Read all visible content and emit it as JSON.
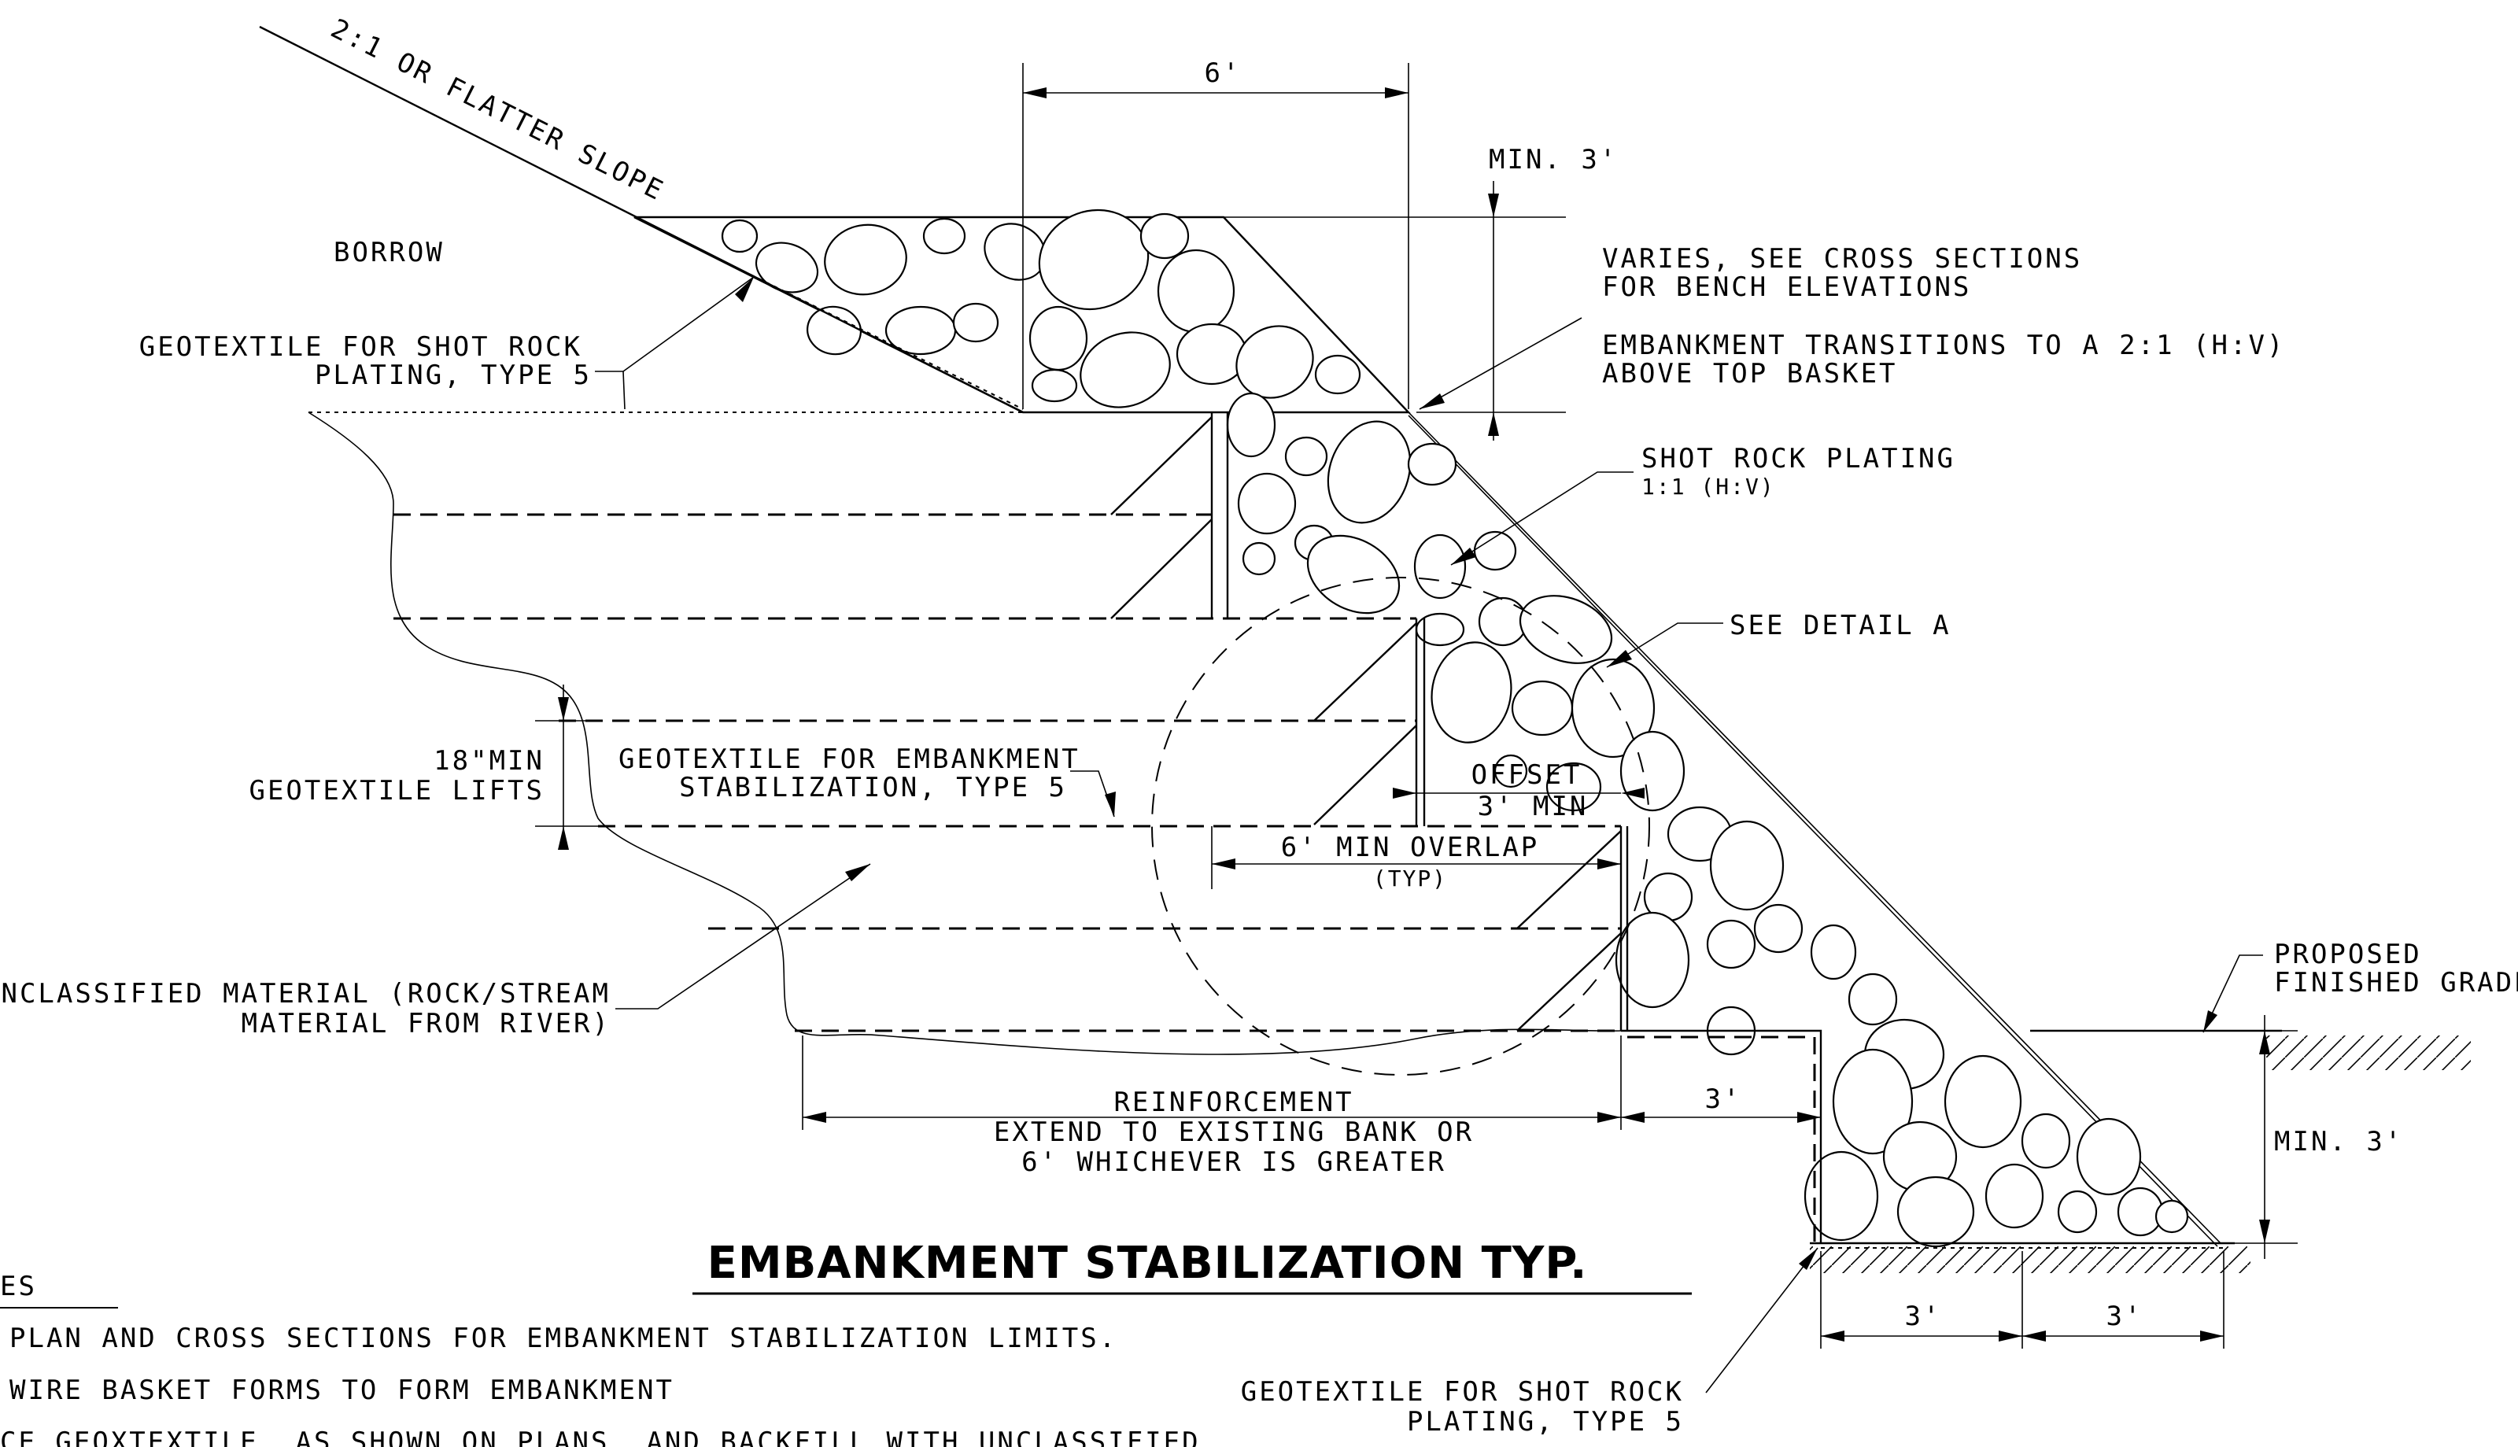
{
  "title": "EMBANKMENT STABILIZATION  TYP.",
  "labels": {
    "slope": "2:1 OR FLATTER SLOPE",
    "borrow": "BORROW",
    "geo_shot_top_1": "GEOTEXTILE FOR SHOT ROCK",
    "geo_shot_top_2": "PLATING, TYPE 5",
    "dim_6ft_top": "6'",
    "min_3_top": "MIN. 3'",
    "varies_1": "VARIES, SEE CROSS SECTIONS",
    "varies_2": "FOR BENCH ELEVATIONS",
    "transition_1": "EMBANKMENT  TRANSITIONS  TO  A  2:1 (H:V)",
    "transition_2": "ABOVE  TOP  BASKET",
    "shot_rock_1": "SHOT  ROCK  PLATING",
    "shot_rock_2": "1:1 (H:V)",
    "see_detail": "SEE  DETAIL  A",
    "lifts_1": "18\"MIN",
    "lifts_2": "GEOTEXTILE  LIFTS",
    "geo_emb_1": "GEOTEXTILE  FOR  EMBANKMENT",
    "geo_emb_2": "STABILIZATION, TYPE  5",
    "offset_1": "OFFSET",
    "offset_2": "3' MIN",
    "overlap_1": "6' MIN  OVERLAP",
    "overlap_2": "(TYP)",
    "unclass_1": "UNCLASSIFIED  MATERIAL  (ROCK/STREAM",
    "unclass_2": "MATERIAL  FROM  RIVER)",
    "proposed_1": "PROPOSED",
    "proposed_2": "FINISHED  GRADE",
    "min_3_right": "MIN. 3'",
    "reinf_1": "REINFORCEMENT",
    "reinf_2": "EXTEND  TO  EXISTING  BANK  OR",
    "reinf_3": "6' WHICHEVER  IS  GREATER",
    "dim_3ft_toe": "3'",
    "dim_3ft_bottom_a": "3'",
    "dim_3ft_bottom_b": "3'",
    "geo_shot_bottom_1": "GEOTEXTILE  FOR  SHOT  ROCK",
    "geo_shot_bottom_2": "PLATING, TYPE  5"
  },
  "notes": {
    "heading": "ES",
    "items": [
      "PLAN  AND  CROSS  SECTIONS  FOR  EMBANKMENT  STABILIZATION  LIMITS.",
      "WIRE  BASKET  FORMS  TO  FORM  EMBANKMENT",
      "CE  GEOXTEXTILE, AS  SHOWN  ON  PLANS, AND  BACKFILL  WITH  UNCLASSIFIED"
    ]
  }
}
